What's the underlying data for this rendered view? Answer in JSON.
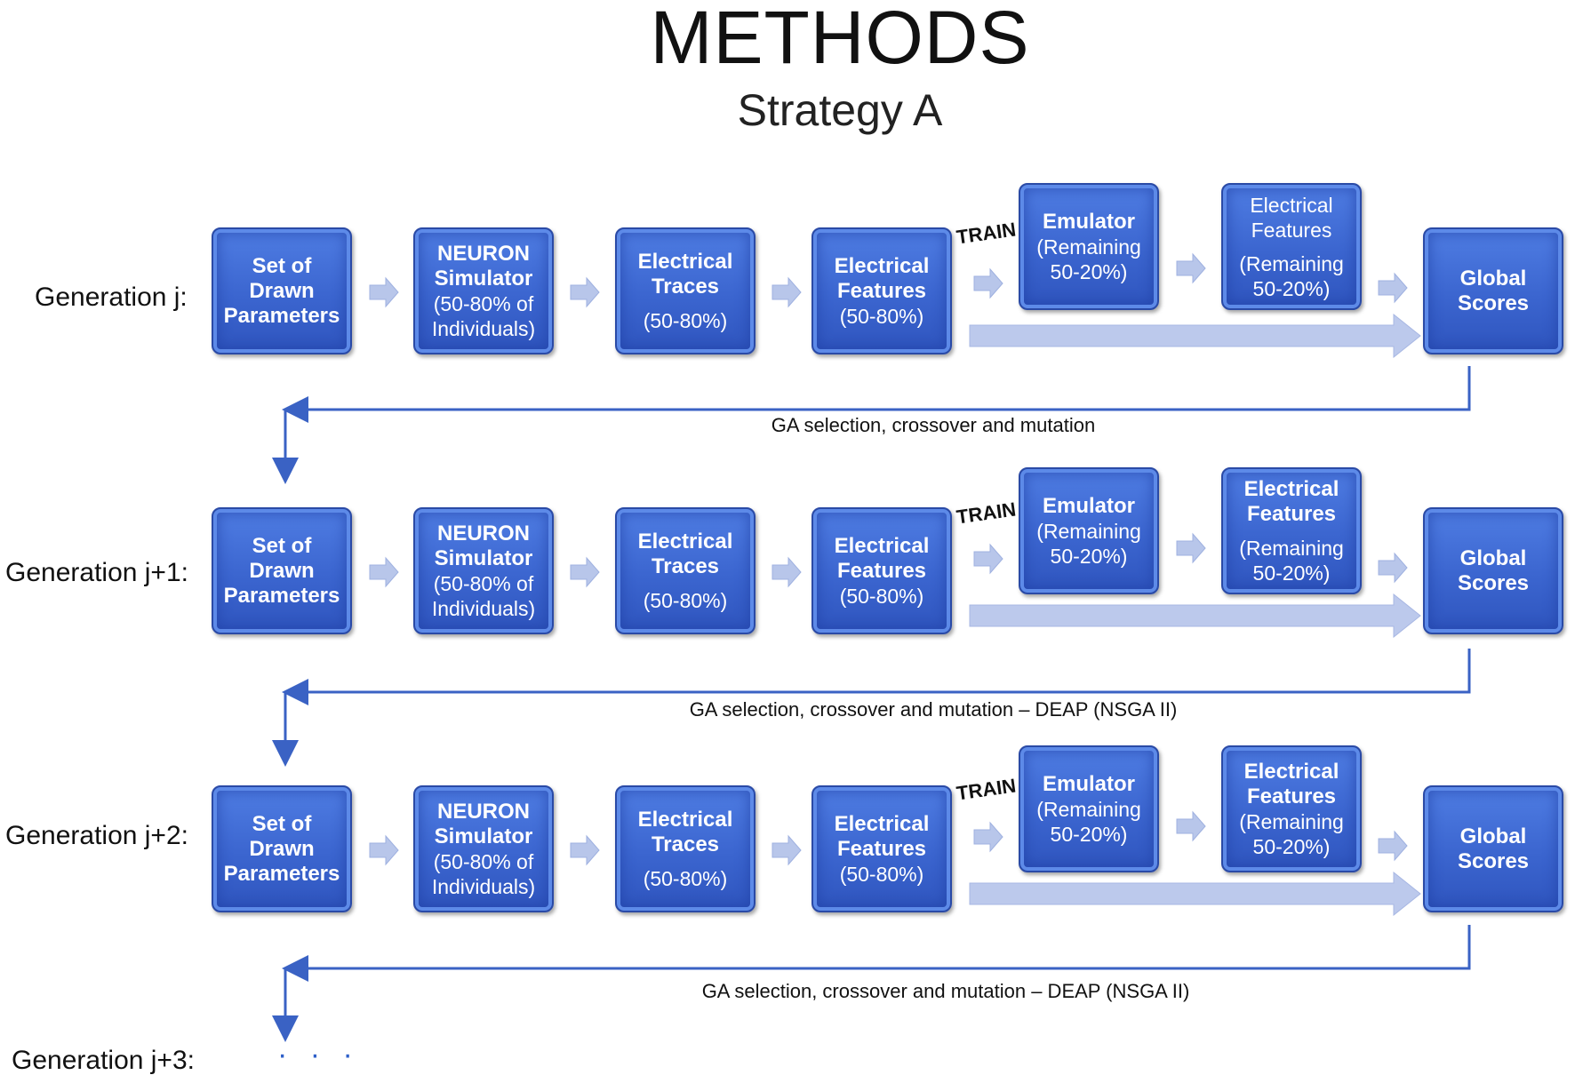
{
  "title": "METHODS",
  "subtitle": "Strategy A",
  "train_label": "TRAIN",
  "rows": [
    {
      "label": "Generation j:",
      "boxes": [
        {
          "lines": [
            {
              "t": "Set of",
              "s": "l1"
            },
            {
              "t": "Drawn",
              "s": "l1"
            },
            {
              "t": "Parameters",
              "s": "l1"
            }
          ]
        },
        {
          "lines": [
            {
              "t": "NEURON",
              "s": "l1"
            },
            {
              "t": "Simulator",
              "s": "l1"
            },
            {
              "t": "(50-80% of",
              "s": "l2"
            },
            {
              "t": "Individuals)",
              "s": "l2"
            }
          ]
        },
        {
          "lines": [
            {
              "t": "Electrical",
              "s": "l1"
            },
            {
              "t": "Traces",
              "s": "l1"
            },
            {
              "t": "",
              "s": "gap"
            },
            {
              "t": "(50-80%)",
              "s": "l2"
            }
          ]
        },
        {
          "lines": [
            {
              "t": "Electrical",
              "s": "l1"
            },
            {
              "t": "Features",
              "s": "l1"
            },
            {
              "t": "(50-80%)",
              "s": "l2"
            }
          ]
        },
        {
          "lines": [
            {
              "t": "Emulator",
              "s": "l1"
            },
            {
              "t": "(Remaining",
              "s": "l2"
            },
            {
              "t": "50-20%)",
              "s": "l2"
            }
          ]
        },
        {
          "lines": [
            {
              "t": "Electrical",
              "s": "l2"
            },
            {
              "t": "Features",
              "s": "l2"
            },
            {
              "t": "",
              "s": "gap"
            },
            {
              "t": "(Remaining",
              "s": "l2"
            },
            {
              "t": "50-20%)",
              "s": "l2"
            }
          ]
        },
        {
          "lines": [
            {
              "t": "Global",
              "s": "l1"
            },
            {
              "t": "Scores",
              "s": "l1"
            }
          ]
        }
      ],
      "loop_label": "GA selection, crossover and mutation"
    },
    {
      "label": "Generation j+1:",
      "boxes": [
        {
          "lines": [
            {
              "t": "Set of",
              "s": "l1"
            },
            {
              "t": "Drawn",
              "s": "l1"
            },
            {
              "t": "Parameters",
              "s": "l1"
            }
          ]
        },
        {
          "lines": [
            {
              "t": "NEURON",
              "s": "l1"
            },
            {
              "t": "Simulator",
              "s": "l1"
            },
            {
              "t": "(50-80% of",
              "s": "l2"
            },
            {
              "t": "Individuals)",
              "s": "l2"
            }
          ]
        },
        {
          "lines": [
            {
              "t": "Electrical",
              "s": "l1"
            },
            {
              "t": "Traces",
              "s": "l1"
            },
            {
              "t": "",
              "s": "gap"
            },
            {
              "t": "(50-80%)",
              "s": "l2"
            }
          ]
        },
        {
          "lines": [
            {
              "t": "Electrical",
              "s": "l1"
            },
            {
              "t": "Features",
              "s": "l1"
            },
            {
              "t": "(50-80%)",
              "s": "l2"
            }
          ]
        },
        {
          "lines": [
            {
              "t": "Emulator",
              "s": "l1"
            },
            {
              "t": "(Remaining",
              "s": "l2"
            },
            {
              "t": "50-20%)",
              "s": "l2"
            }
          ]
        },
        {
          "lines": [
            {
              "t": "Electrical",
              "s": "l1"
            },
            {
              "t": "Features",
              "s": "l1"
            },
            {
              "t": "",
              "s": "gap"
            },
            {
              "t": "(Remaining",
              "s": "l2"
            },
            {
              "t": "50-20%)",
              "s": "l2"
            }
          ]
        },
        {
          "lines": [
            {
              "t": "Global",
              "s": "l1"
            },
            {
              "t": "Scores",
              "s": "l1"
            }
          ]
        }
      ],
      "loop_label": "GA selection, crossover and mutation – DEAP (NSGA II)"
    },
    {
      "label": "Generation j+2:",
      "boxes": [
        {
          "lines": [
            {
              "t": "Set of",
              "s": "l1"
            },
            {
              "t": "Drawn",
              "s": "l1"
            },
            {
              "t": "Parameters",
              "s": "l1"
            }
          ]
        },
        {
          "lines": [
            {
              "t": "NEURON",
              "s": "l1"
            },
            {
              "t": "Simulator",
              "s": "l1"
            },
            {
              "t": "(50-80% of",
              "s": "l2"
            },
            {
              "t": "Individuals)",
              "s": "l2"
            }
          ]
        },
        {
          "lines": [
            {
              "t": "Electrical",
              "s": "l1"
            },
            {
              "t": "Traces",
              "s": "l1"
            },
            {
              "t": "",
              "s": "gap"
            },
            {
              "t": "(50-80%)",
              "s": "l2"
            }
          ]
        },
        {
          "lines": [
            {
              "t": "Electrical",
              "s": "l1"
            },
            {
              "t": "Features",
              "s": "l1"
            },
            {
              "t": "(50-80%)",
              "s": "l2"
            }
          ]
        },
        {
          "lines": [
            {
              "t": "Emulator",
              "s": "l1"
            },
            {
              "t": "(Remaining",
              "s": "l2"
            },
            {
              "t": "50-20%)",
              "s": "l2"
            }
          ]
        },
        {
          "lines": [
            {
              "t": "Electrical",
              "s": "l1"
            },
            {
              "t": "Features",
              "s": "l1"
            },
            {
              "t": "(Remaining",
              "s": "l2"
            },
            {
              "t": "50-20%)",
              "s": "l2"
            }
          ]
        },
        {
          "lines": [
            {
              "t": "Global",
              "s": "l1"
            },
            {
              "t": "Scores",
              "s": "l1"
            }
          ]
        }
      ],
      "loop_label": "GA selection, crossover and mutation – DEAP (NSGA II)"
    }
  ],
  "final_label": "Generation j+3:",
  "ellipsis": "· · ·"
}
